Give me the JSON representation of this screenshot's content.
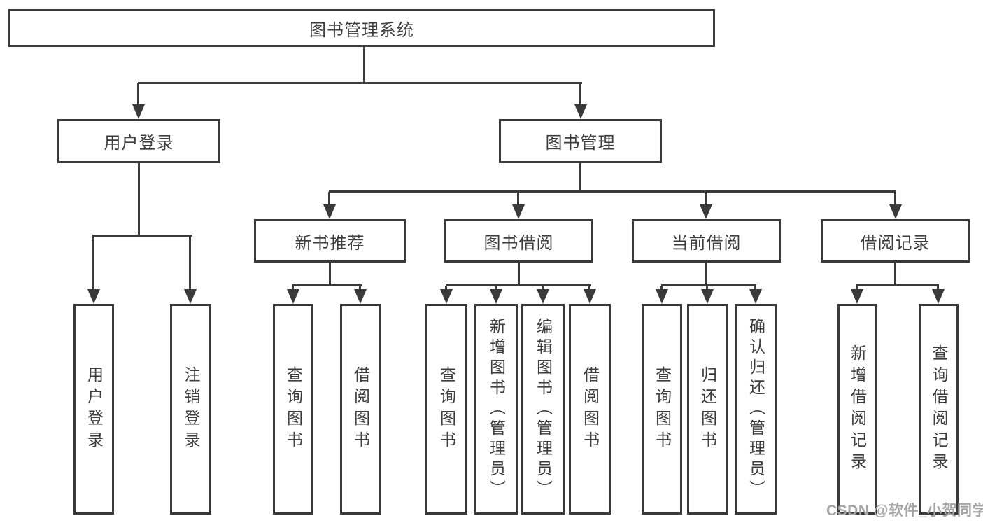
{
  "diagram": {
    "root": {
      "label": "图书管理系统"
    },
    "level2": [
      {
        "label": "用户登录"
      },
      {
        "label": "图书管理"
      }
    ],
    "level3": [
      {
        "label": "新书推荐"
      },
      {
        "label": "图书借阅"
      },
      {
        "label": "当前借阅"
      },
      {
        "label": "借阅记录"
      }
    ],
    "leaves": {
      "user_login": [
        {
          "label": "用户登录"
        },
        {
          "label": "注销登录"
        }
      ],
      "new_book": [
        {
          "label": "查询图书"
        },
        {
          "label": "借阅图书"
        }
      ],
      "book_borrow": [
        {
          "label": "查询图书"
        },
        {
          "label": "新增图书（管理员）"
        },
        {
          "label": "编辑图书（管理员）"
        },
        {
          "label": "借阅图书"
        }
      ],
      "current_borrow": [
        {
          "label": "查询图书"
        },
        {
          "label": "归还图书"
        },
        {
          "label": "确认归还（管理员）"
        }
      ],
      "borrow_record": [
        {
          "label": "新增借阅记录"
        },
        {
          "label": "查询借阅记录"
        }
      ]
    },
    "watermark": "CSDN @软件_小贺同学",
    "colors": {
      "line": "#3a3a3a",
      "background": "#ffffff",
      "watermark_text": "#a6a6a6"
    }
  }
}
